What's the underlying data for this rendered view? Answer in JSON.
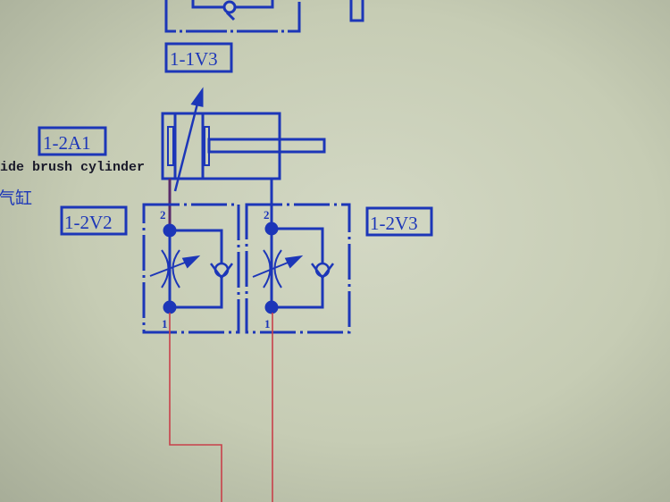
{
  "diagram": {
    "labels": {
      "valve_top": "1-1V3",
      "cylinder": "1-2A1",
      "valve_left": "1-2V2",
      "valve_right": "1-2V3"
    },
    "cylinder_description": "ide brush cylinder",
    "cylinder_description_cn": "气缸",
    "ports": {
      "left_out": "2",
      "left_in": "1",
      "right_out": "2",
      "right_in": "1"
    },
    "colors": {
      "component": "#1c36b8",
      "pipe": "#c8404a",
      "background": "#cdd2bd"
    }
  }
}
